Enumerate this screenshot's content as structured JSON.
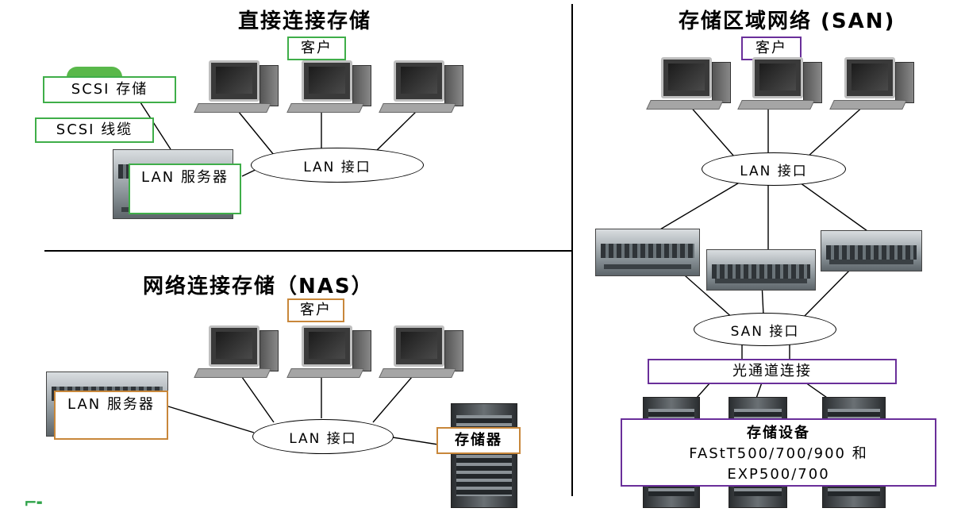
{
  "das": {
    "title": "直接连接存储",
    "client": "客户",
    "scsi_storage": "SCSI 存储",
    "scsi_cable": "SCSI 线缆",
    "lan_switch": "LAN 接口",
    "lan_server": "LAN 服务器"
  },
  "nas": {
    "title": "网络连接存储（NAS）",
    "client": "客户",
    "lan_switch": "LAN 接口",
    "lan_server": "LAN 服务器",
    "storage": "存储器"
  },
  "san": {
    "title": "存储区域网络 (SAN)",
    "client": "客户",
    "lan_switch": "LAN 接口",
    "san_switch": "SAN 接口",
    "fibre": "光通道连接",
    "storage_title": "存储设备",
    "storage_line1": "FAStT500/700/900 和",
    "storage_line2": "EXP500/700"
  },
  "colors": {
    "green": "#3fae49",
    "orange": "#c8873a",
    "purple": "#6a2f9a"
  }
}
